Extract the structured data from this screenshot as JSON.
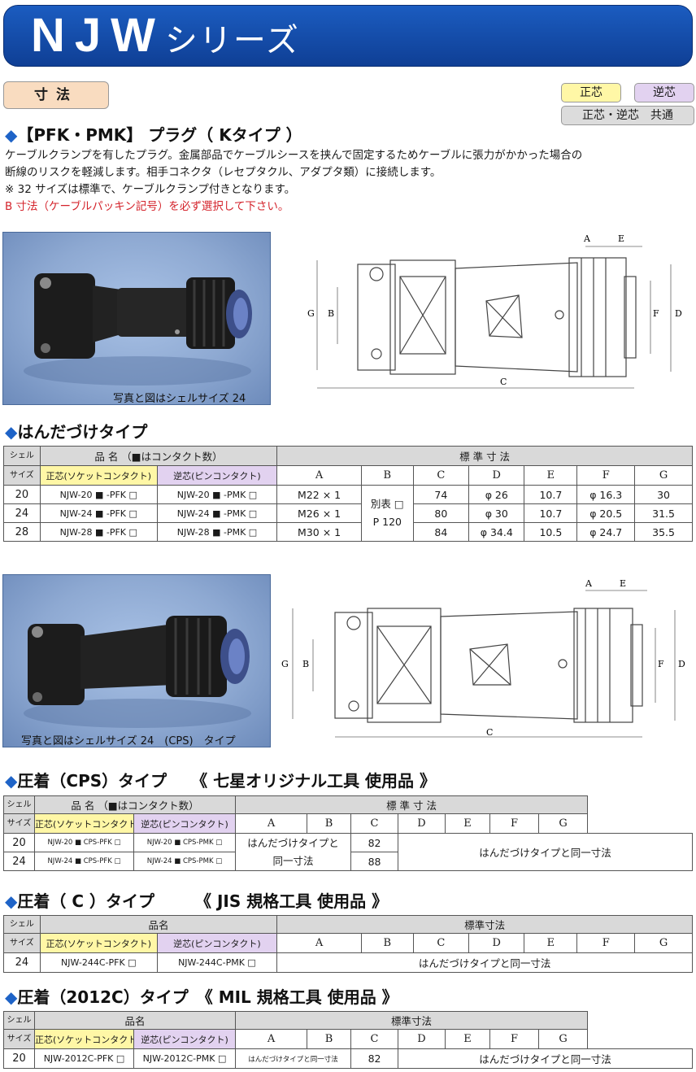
{
  "banner": {
    "title_main": "NJW",
    "title_sub": "シリーズ"
  },
  "tags": {
    "dimensions": "寸法",
    "legend_sei": "正芯",
    "legend_gyaku": "逆芯",
    "legend_both": "正芯・逆芯　共通"
  },
  "intro": {
    "heading": "【PFK・PMK】 プラグ（ Kタイプ ）",
    "line1": "ケーブルクランプを有したプラグ。金属部品でケーブルシースを挟んで固定するためケーブルに張力がかかった場合の",
    "line2": "断線のリスクを軽減します。相手コネクタ（レセプタクル、アダプタ類）に接続します。",
    "line3": "※ 32 サイズは標準で、ケーブルクランプ付きとなります。",
    "line4": "B 寸法（ケーブルパッキン記号）を必ず選択して下さい。"
  },
  "photo1": {
    "caption": "写真と図はシェルサイズ 24"
  },
  "photo2": {
    "caption": "写真と図はシェルサイズ 24　(CPS)　タイプ"
  },
  "drawing_labels": {
    "a": "A",
    "e": "E",
    "g": "G",
    "b": "B",
    "f": "F",
    "d": "D",
    "c": "C"
  },
  "table_common": {
    "shell_1": "シェル",
    "shell_2": "サイズ",
    "name": "品名",
    "name_contacts": "品 名 （■はコンタクト数）",
    "dims": "標準寸法",
    "dims_spaced": "標 準 寸 法",
    "sei": "正芯(ソケットコンタクト)",
    "gyaku": "逆芯(ピンコンタクト)",
    "cols": [
      "A",
      "B",
      "C",
      "D",
      "E",
      "F",
      "G"
    ]
  },
  "solder": {
    "heading": "はんだづけタイプ",
    "b_value_1": "別表 □",
    "b_value_2": "P 120",
    "rows": [
      {
        "size": "20",
        "sei": "NJW-20 ■ -PFK □",
        "gyaku": "NJW-20 ■ -PMK □",
        "a": "M22 × 1",
        "c": "74",
        "d": "φ 26",
        "e": "10.7",
        "f": "φ 16.3",
        "g": "30"
      },
      {
        "size": "24",
        "sei": "NJW-24 ■ -PFK □",
        "gyaku": "NJW-24 ■ -PMK □",
        "a": "M26 × 1",
        "c": "80",
        "d": "φ 30",
        "e": "10.7",
        "f": "φ 20.5",
        "g": "31.5"
      },
      {
        "size": "28",
        "sei": "NJW-28 ■ -PFK □",
        "gyaku": "NJW-28 ■ -PMK □",
        "a": "M30 × 1",
        "c": "84",
        "d": "φ 34.4",
        "e": "10.5",
        "f": "φ 24.7",
        "g": "35.5"
      }
    ]
  },
  "cps": {
    "heading": "圧着（CPS）タイプ　　《 七星オリジナル工具 使用品 》",
    "ab_note_1": "はんだづけタイプと",
    "ab_note_2": "同一寸法",
    "dg_note": "はんだづけタイプと同一寸法",
    "rows": [
      {
        "size": "20",
        "sei": "NJW-20 ■ CPS-PFK □",
        "gyaku": "NJW-20 ■ CPS-PMK □",
        "c": "82"
      },
      {
        "size": "24",
        "sei": "NJW-24 ■ CPS-PFK □",
        "gyaku": "NJW-24 ■ CPS-PMK □",
        "c": "88"
      }
    ]
  },
  "c_type": {
    "heading": "圧着（ C ）タイプ　　　《 JIS 規格工具 使用品 》",
    "note": "はんだづけタイプと同一寸法",
    "row": {
      "size": "24",
      "sei": "NJW-244C-PFK □",
      "gyaku": "NJW-244C-PMK □"
    }
  },
  "c2012": {
    "heading": "圧着（2012C）タイプ　《 MIL 規格工具 使用品 》",
    "ab_note": "はんだづけタイプと同一寸法",
    "dg_note": "はんだづけタイプと同一寸法",
    "row": {
      "size": "20",
      "sei": "NJW-2012C-PFK □",
      "gyaku": "NJW-2012C-PMK □",
      "c": "82"
    }
  }
}
